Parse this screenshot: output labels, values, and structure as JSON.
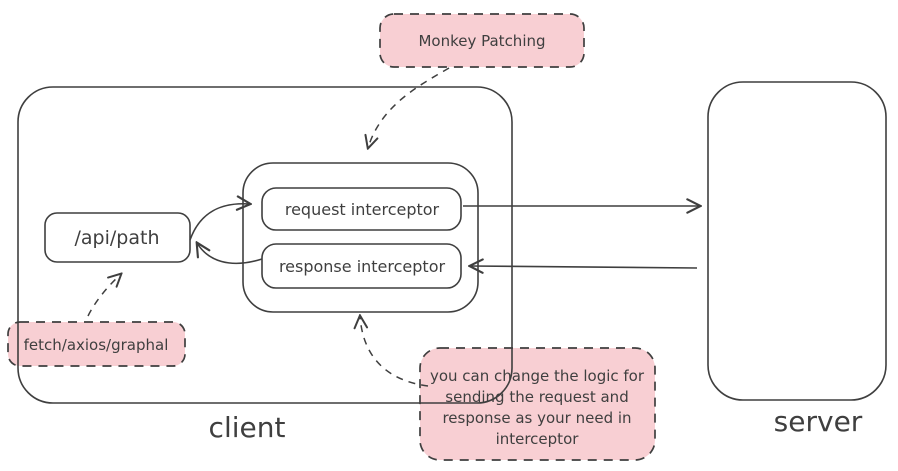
{
  "colors": {
    "stroke": "#3f3f3f",
    "note_fill": "#f8cfd3"
  },
  "labels": {
    "client": "client",
    "server": "server"
  },
  "nodes": {
    "api_path": "/api/path",
    "request_interceptor": "request interceptor",
    "response_interceptor": "response interceptor"
  },
  "callouts": {
    "monkey_patching": "Monkey Patching",
    "fetch_axios_graphal": "fetch/axios/graphal",
    "note_line_1": "you can change the logic for",
    "note_line_2": "sending the request and",
    "note_line_3": "response as your need in",
    "note_line_4": "interceptor"
  }
}
